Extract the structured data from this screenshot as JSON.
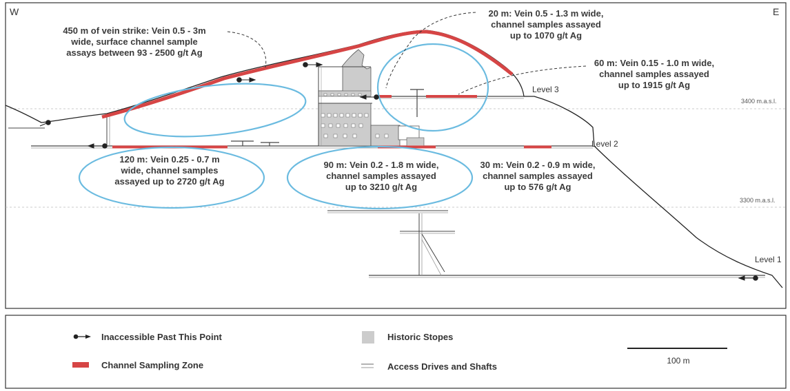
{
  "directions": {
    "west": "W",
    "east": "E"
  },
  "levels": {
    "level3": "Level 3",
    "level2": "Level 2",
    "level1": "Level 1"
  },
  "elevations": {
    "upper": "3400 m.a.s.l.",
    "lower": "3300 m.a.s.l."
  },
  "annotations": {
    "strike": [
      "450 m of vein strike: Vein 0.5 - 3m",
      "wide, surface channel sample",
      "assays between 93 - 2500 g/t Ag"
    ],
    "zone20": [
      "20 m:  Vein 0.5 - 1.3 m wide,",
      "channel samples assayed",
      "up to 1070 g/t Ag"
    ],
    "zone60": [
      "60 m: Vein 0.15 - 1.0 m wide,",
      "channel samples assayed",
      "up to 1915 g/t Ag"
    ],
    "zone120": [
      "120 m: Vein 0.25 - 0.7 m",
      "wide, channel samples",
      "assayed up to 2720 g/t Ag"
    ],
    "zone90": [
      "90 m: Vein  0.2 - 1.8 m wide,",
      "channel samples assayed",
      "up to 3210 g/t Ag"
    ],
    "zone30": [
      "30 m: Vein 0.2 - 0.9 m wide,",
      "channel samples assayed",
      "up to 576 g/t Ag"
    ]
  },
  "legend": {
    "inaccessible": "Inaccessible Past This Point",
    "channel": "Channel Sampling Zone",
    "stopes": "Historic Stopes",
    "drives": "Access Drives and Shafts",
    "scale": "100 m"
  },
  "colors": {
    "channel": "#d64545",
    "ellipse": "#6bbbe0",
    "stope": "#cccccc",
    "line": "#222222"
  }
}
